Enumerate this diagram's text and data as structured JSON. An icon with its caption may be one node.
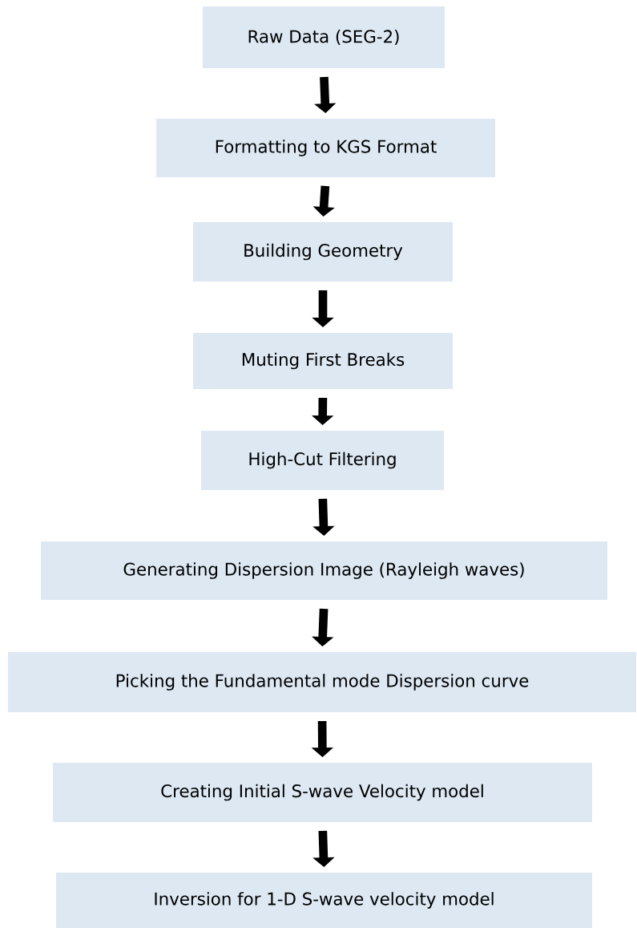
{
  "diagram": {
    "nodes": [
      {
        "text": [
          "Raw Data (SEG-2)"
        ]
      },
      {
        "text": [
          "Formatting to KGS Format"
        ]
      },
      {
        "text": [
          "Building Geometry"
        ]
      },
      {
        "text": [
          "Muting First Breaks"
        ]
      },
      {
        "text": [
          "High-Cut Filtering"
        ]
      },
      {
        "text": [
          "Generating Dispersion Image (Rayleigh waves)"
        ]
      },
      {
        "text": [
          "Picking the Fundamental mode Dispersion curve"
        ]
      },
      {
        "text": [
          "Creating Initial S-wave Velocity model"
        ]
      },
      {
        "text": [
          "Inversion for 1-D S-wave velocity model"
        ]
      }
    ],
    "edges": [
      {
        "from": 0,
        "to": 1,
        "arrow": "to"
      },
      {
        "from": 1,
        "to": 2,
        "arrow": "to"
      },
      {
        "from": 2,
        "to": 3,
        "arrow": "to"
      },
      {
        "from": 3,
        "to": 4,
        "arrow": "to"
      },
      {
        "from": 4,
        "to": 5,
        "arrow": "to"
      },
      {
        "from": 5,
        "to": 6,
        "arrow": "to"
      },
      {
        "from": 6,
        "to": 7,
        "arrow": "to"
      },
      {
        "from": 7,
        "to": 8,
        "arrow": "to"
      }
    ]
  }
}
